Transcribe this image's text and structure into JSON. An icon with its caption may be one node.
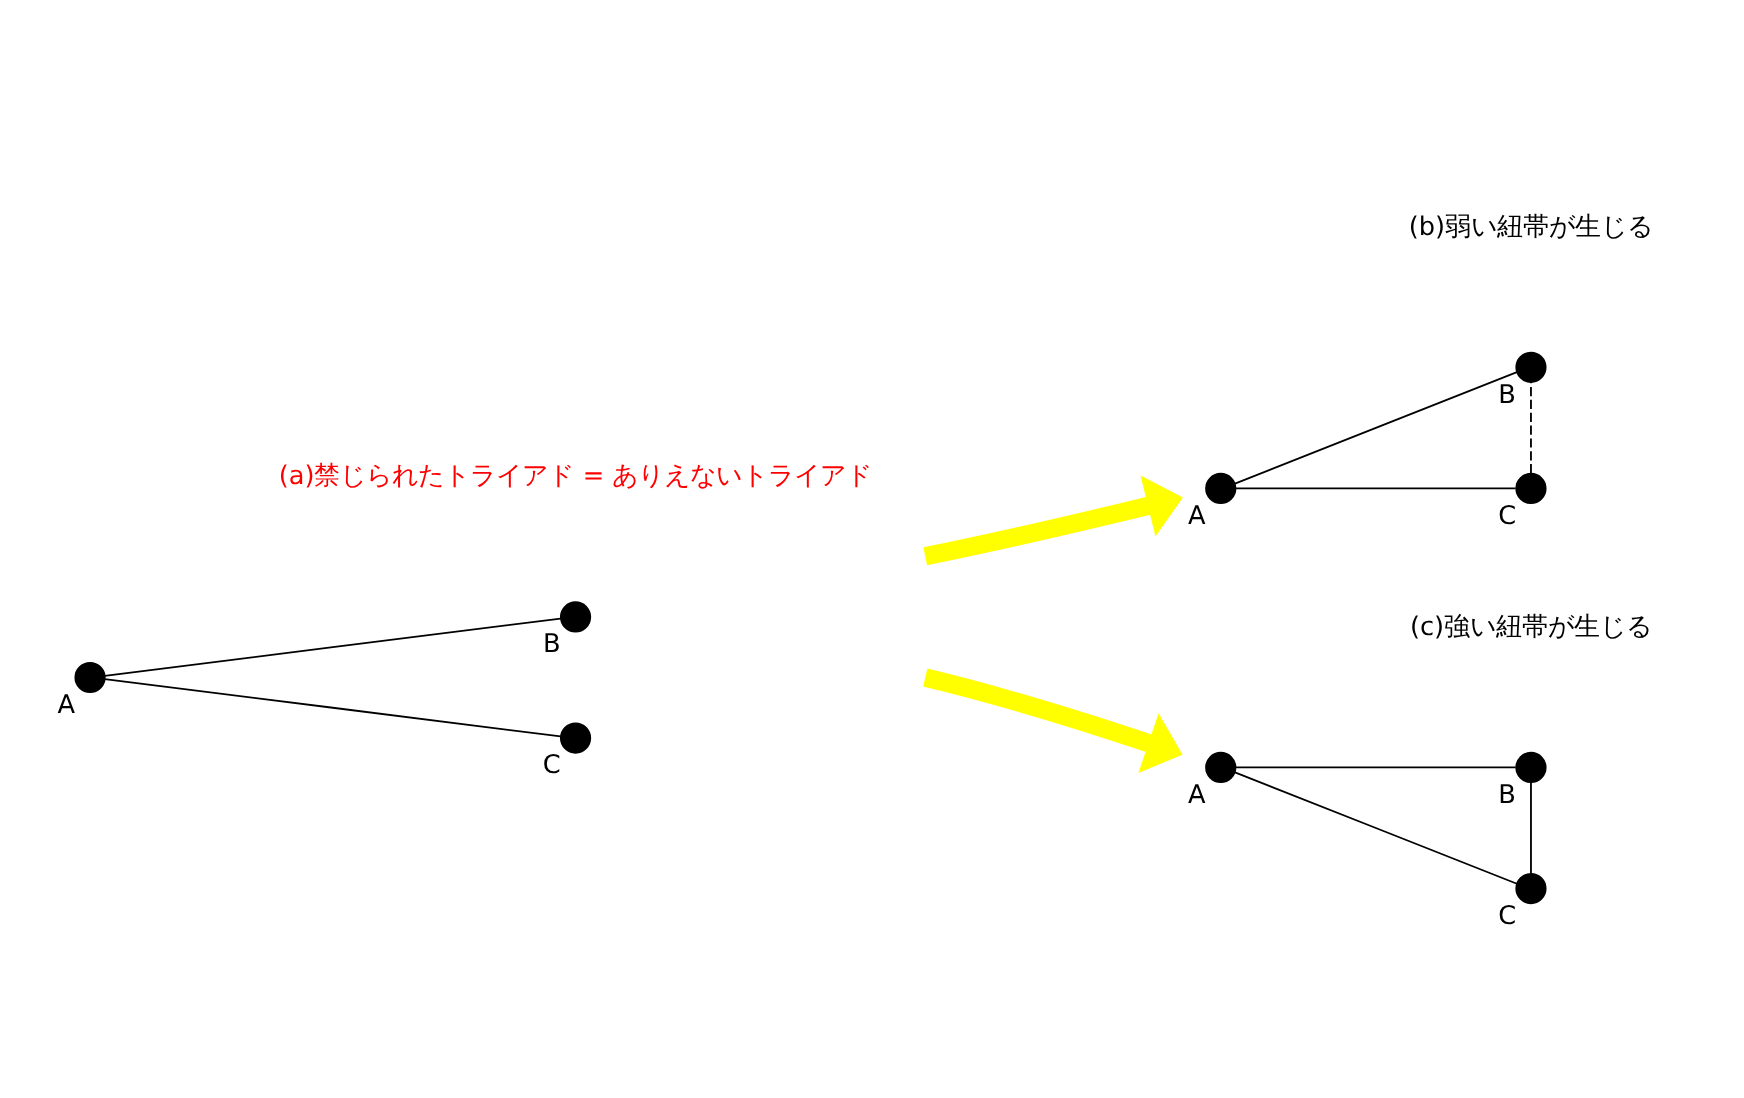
{
  "diagram": {
    "nodes": [
      {
        "text": [],
        "shape": "circle",
        "beside": [
          "C"
        ]
      },
      {
        "text": [],
        "shape": "circle",
        "beside": [
          "A"
        ]
      },
      {
        "text": [],
        "shape": "circle",
        "beside": [
          "B"
        ]
      },
      {
        "text": [],
        "shape": "circle",
        "beside": [
          "C"
        ]
      },
      {
        "text": [],
        "shape": "circle",
        "beside": [
          "A"
        ]
      },
      {
        "text": [],
        "shape": "circle",
        "beside": [
          "B"
        ]
      },
      {
        "text": [],
        "shape": "circle",
        "beside": [
          "C"
        ]
      },
      {
        "text": [],
        "shape": "circle",
        "beside": [
          "A"
        ]
      },
      {
        "text": [],
        "shape": "circle",
        "beside": [
          "B"
        ]
      }
    ],
    "edges": [
      {
        "from": 1,
        "to": 0,
        "arrow": "none"
      },
      {
        "from": 1,
        "to": 2,
        "arrow": "none"
      },
      {
        "from": 4,
        "to": 3,
        "arrow": "none"
      },
      {
        "from": 4,
        "to": 5,
        "arrow": "none"
      },
      {
        "from": 3,
        "to": 5,
        "arrow": "none",
        "style": "dashed"
      },
      {
        "from": 7,
        "to": 6,
        "arrow": "none"
      },
      {
        "from": 7,
        "to": 8,
        "arrow": "none"
      },
      {
        "from": 6,
        "to": 8,
        "arrow": "none"
      },
      {
        "from": 2,
        "to": 4,
        "arrow": "to",
        "style": "thick",
        "color": "#ffff00"
      },
      {
        "from": 2,
        "to": 7,
        "arrow": "to",
        "style": "thick",
        "color": "#ffff00"
      }
    ],
    "labels": [
      "(a)禁じられたトライアド = ありえないトライアド",
      "(b)弱い紐帯が生じる",
      "(c)強い紐帯が生じる"
    ]
  }
}
